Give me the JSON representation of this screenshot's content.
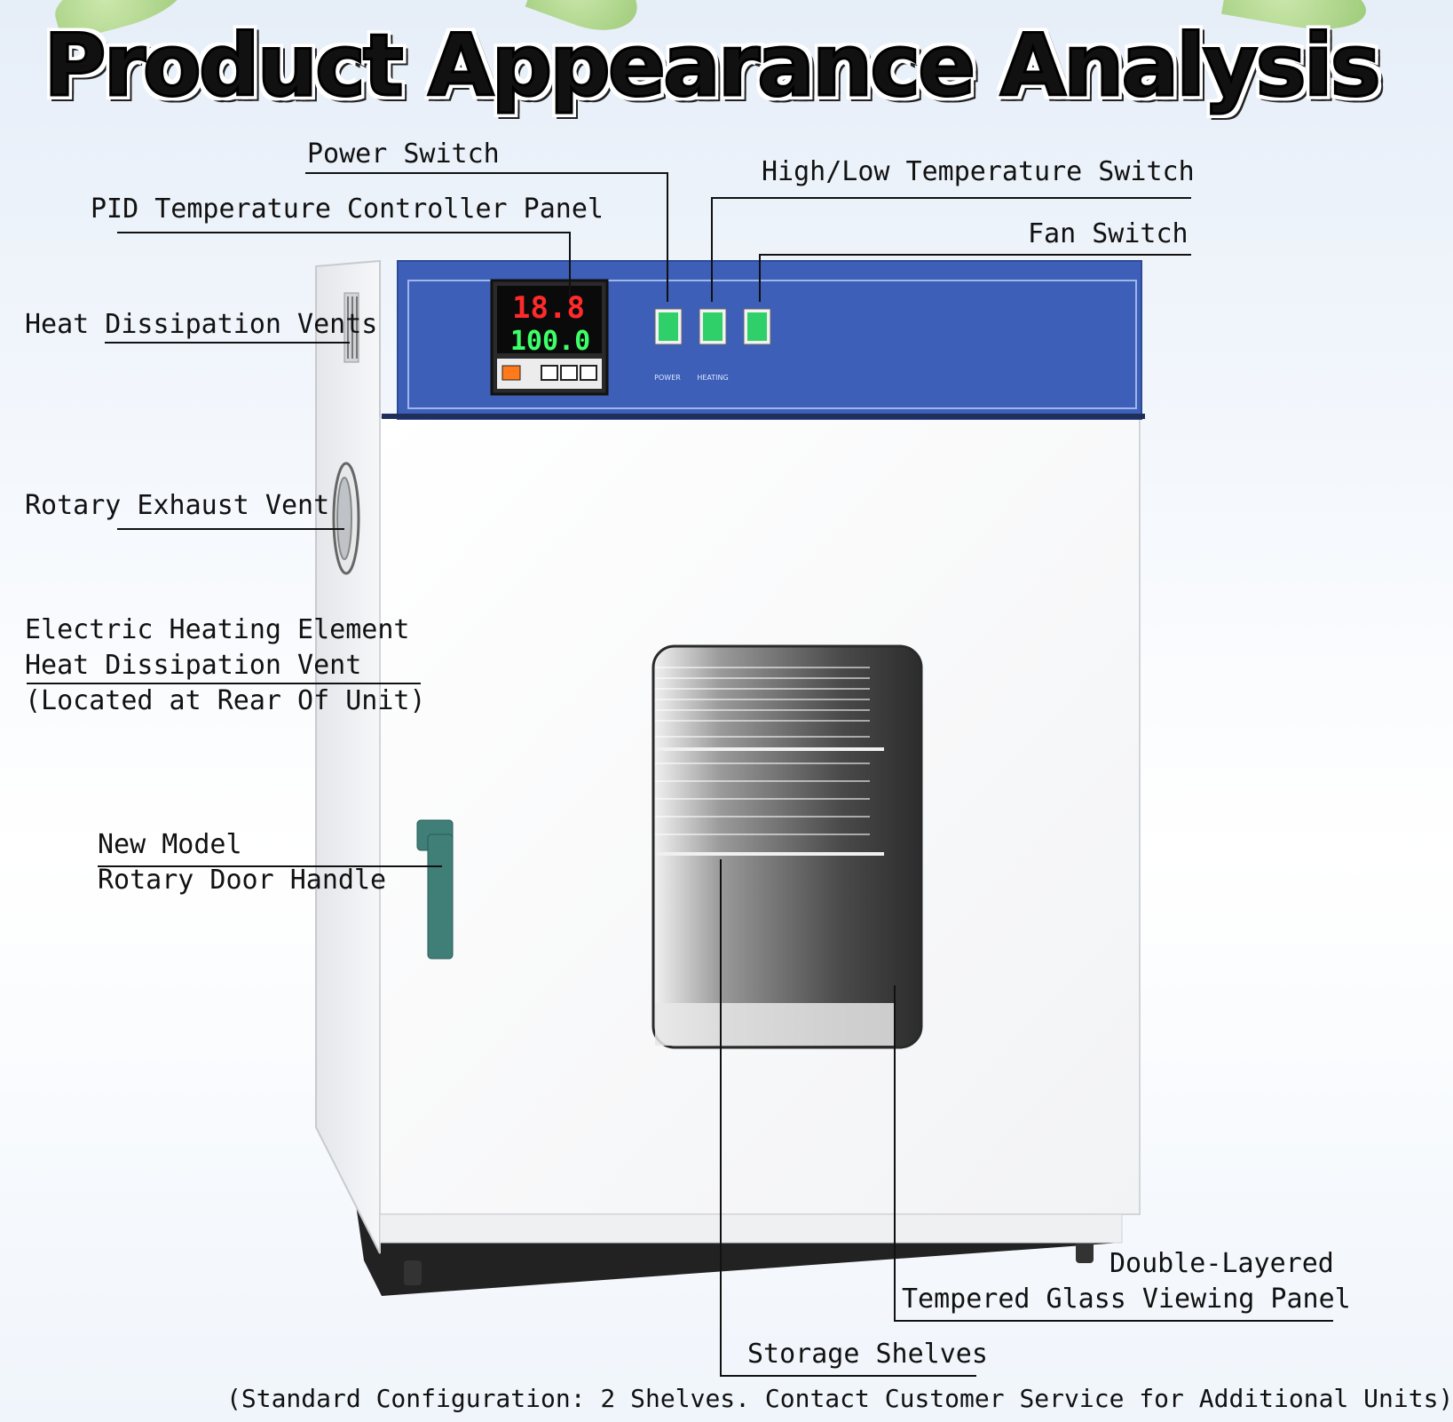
{
  "title": "Product Appearance Analysis",
  "panel": {
    "display_pv": "18.8",
    "display_sv": "100.0",
    "switch_captions": [
      "POWER",
      "HEATING",
      ""
    ]
  },
  "labels": {
    "power_switch": "Power Switch",
    "high_low_temp_switch": "High/Low Temperature Switch",
    "pid_panel": "PID Temperature Controller Panel",
    "fan_switch": "Fan Switch",
    "heat_vents": "Heat Dissipation Vents",
    "rotary_exhaust": "Rotary Exhaust Vent",
    "heating_element_line1": "Electric Heating Element",
    "heating_element_line2": "Heat Dissipation Vent",
    "heating_element_line3": "(Located at Rear Of Unit)",
    "door_handle_line1": "New Model",
    "door_handle_line2": "Rotary Door Handle",
    "glass_panel_line1": "Double-Layered",
    "glass_panel_line2": "Tempered Glass Viewing Panel",
    "storage_shelves": "Storage Shelves",
    "footnote": "(Standard Configuration: 2 Shelves. Contact Customer Service for Additional Units)"
  },
  "colors": {
    "panel_blue": "#3d5fb8",
    "switch_green": "#2fd06a",
    "handle_teal": "#3f7f78",
    "display_red": "#ff2a2a",
    "display_green": "#3cff6a"
  }
}
